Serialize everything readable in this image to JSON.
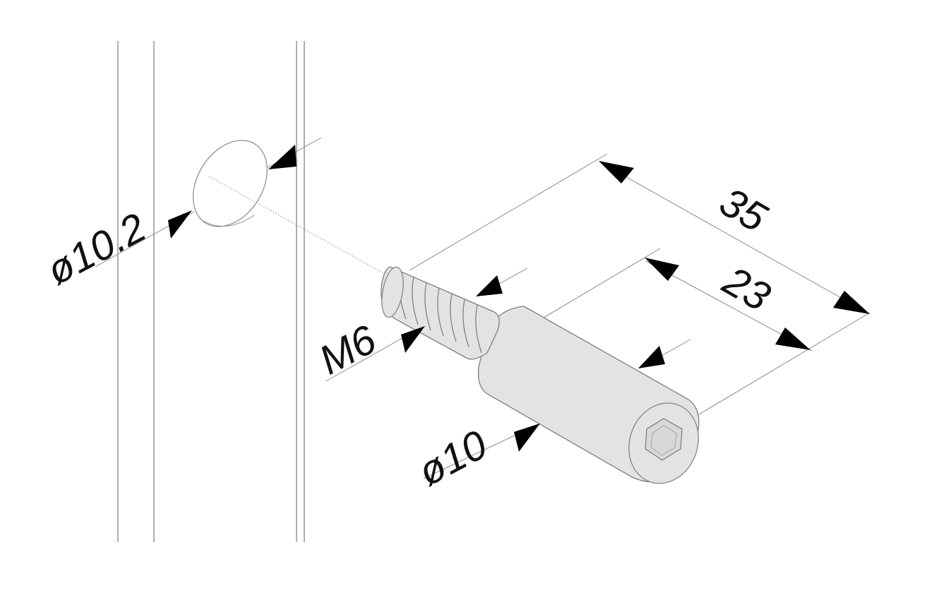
{
  "dimensions": {
    "hole_diameter": "ø10.2",
    "thread": "M6",
    "pin_diameter": "ø10",
    "total_length": "35",
    "thread_length": "23"
  },
  "colors": {
    "line": "#8a8a8a",
    "body": "#e3e3e3",
    "arrow": "#000000",
    "text": "#111111"
  }
}
